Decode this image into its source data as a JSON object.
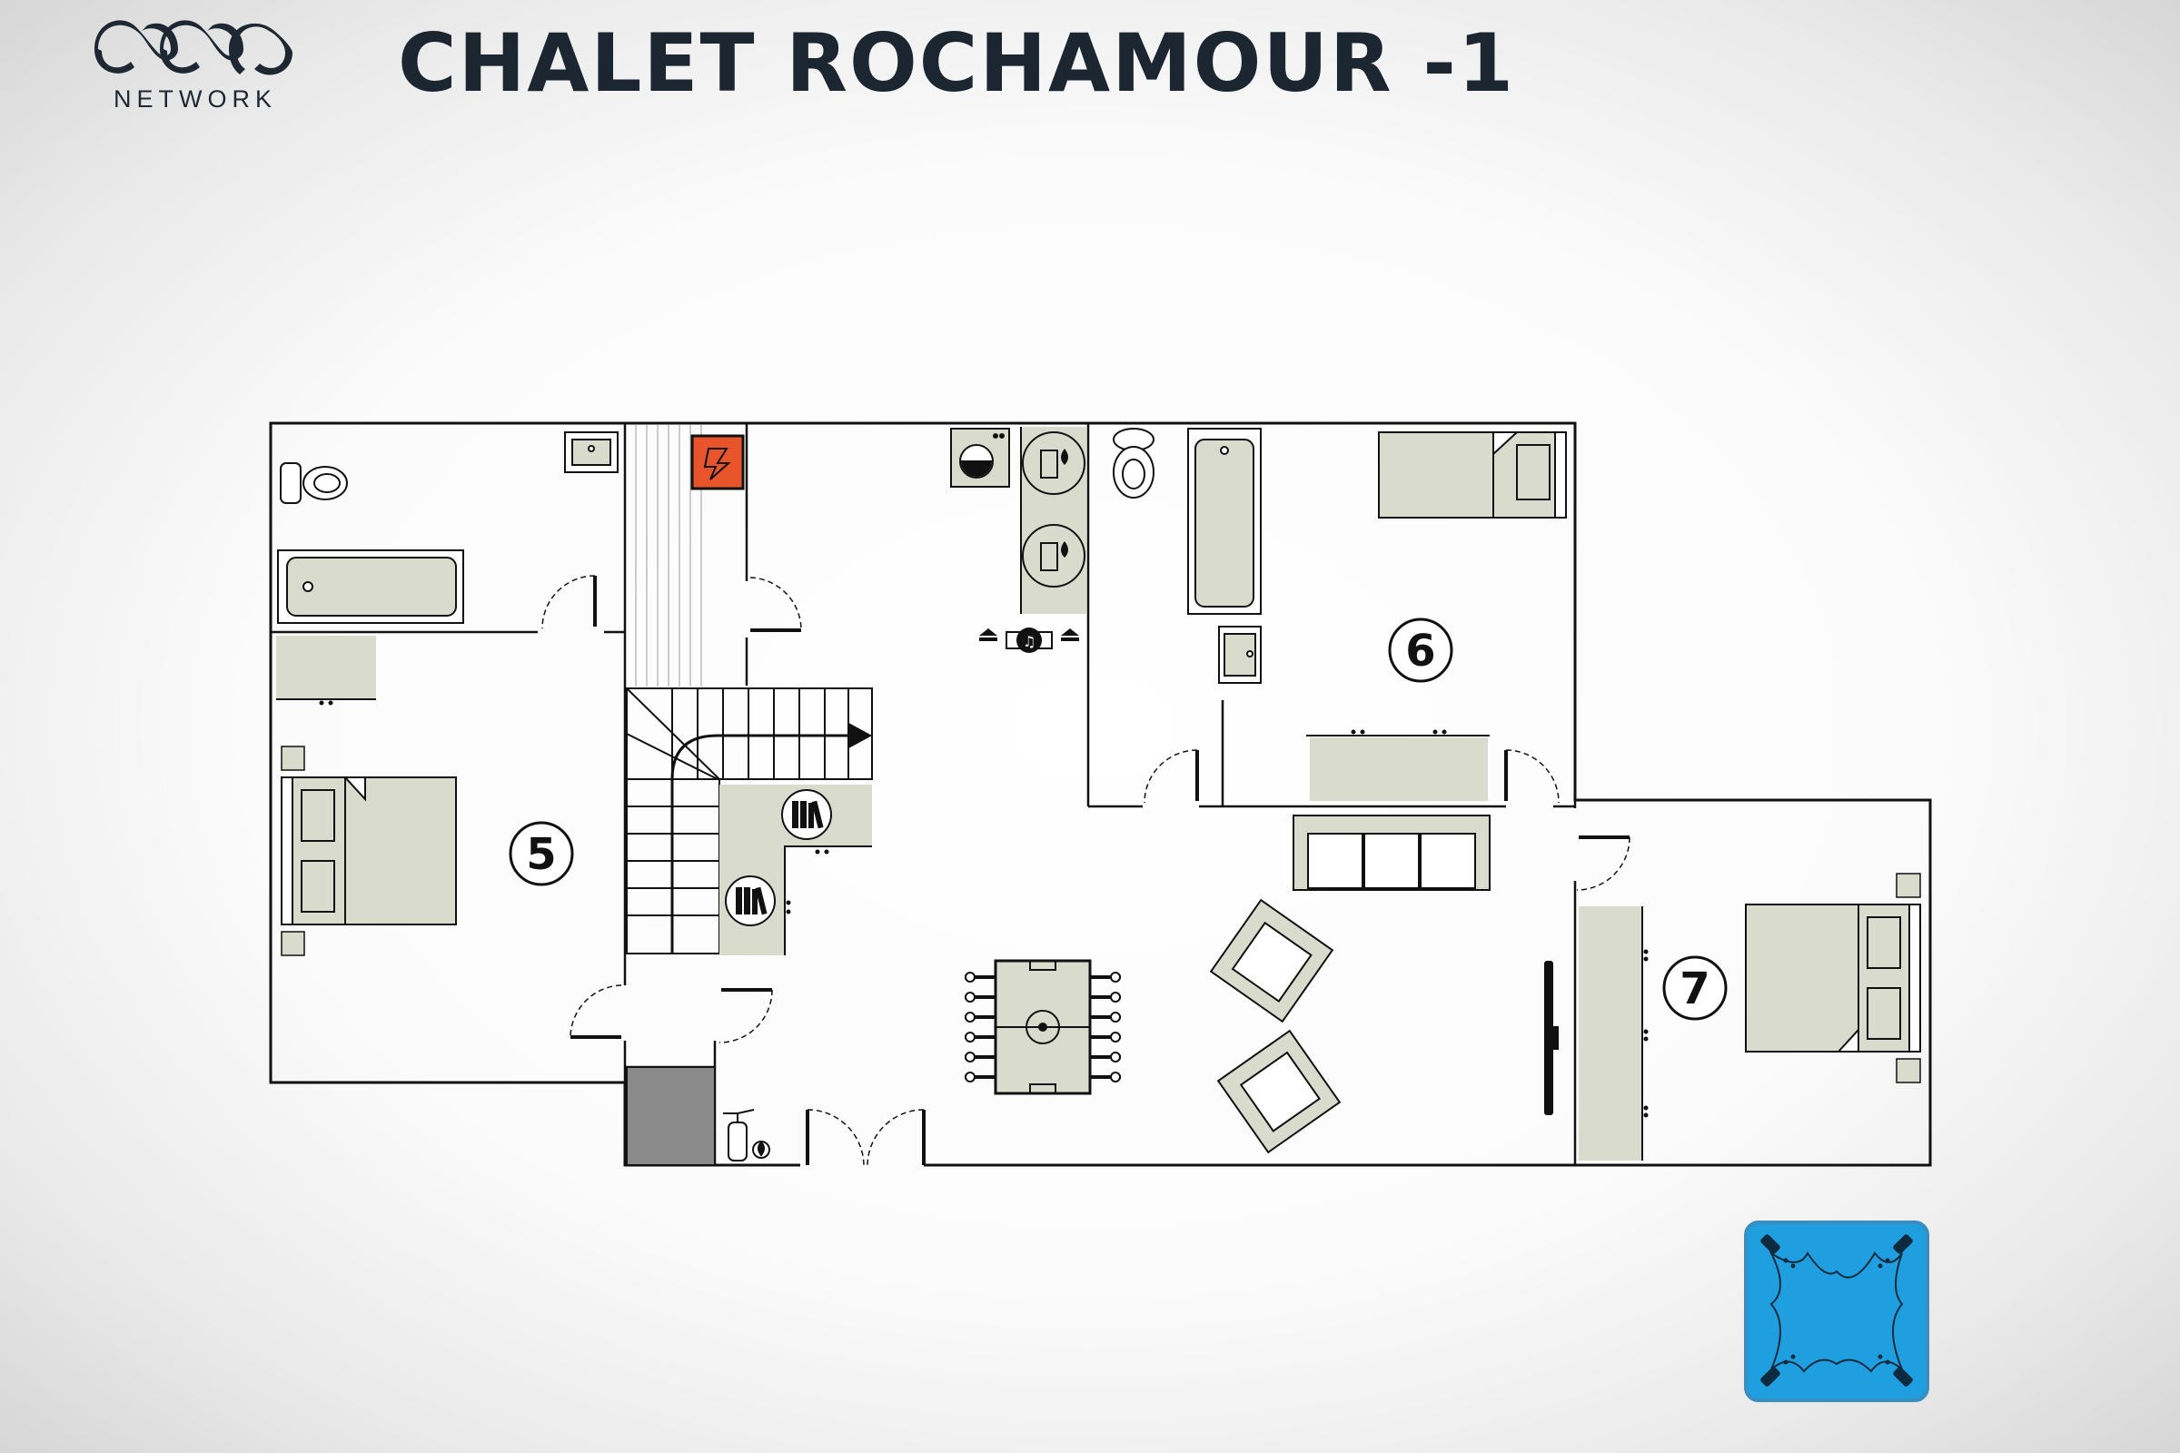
{
  "brand": {
    "name": "NETWORK"
  },
  "title": "CHALET ROCHAMOUR -1",
  "rooms": [
    {
      "label": "5"
    },
    {
      "label": "6"
    },
    {
      "label": "7"
    }
  ],
  "colors": {
    "wall": "#111111",
    "furniture": "#d9dbcd",
    "electric_panel": "#e8552c",
    "hot_tub": "#1f9fe0",
    "stair_landing": "#8a8a8a",
    "title": "#1b2631"
  },
  "icons": [
    "toilet-icon",
    "sink-icon",
    "bathtub-icon",
    "bed-icon",
    "bookshelf-icon",
    "water-heater-icon",
    "washing-machine-icon",
    "speaker-icon",
    "music-icon",
    "foosball-table-icon",
    "sofa-icon",
    "armchair-icon",
    "tv-icon",
    "fire-extinguisher-icon",
    "electric-panel-icon",
    "hot-tub-icon",
    "staircase-icon"
  ]
}
